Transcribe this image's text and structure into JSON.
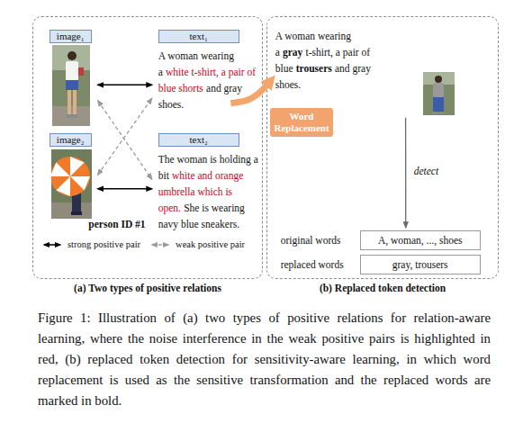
{
  "diagram": {
    "caption": "Figure 1: Illustration of (a) two types of positive relations for relation-aware learning, where the noise interference in the weak positive pairs is highlighted in red, (b) replaced token detection for sensitivity-aware learning, in which word replacement is used as the sensitive transformation and the replaced words are marked in bold.",
    "nodes": [
      {
        "text": [
          "(a) Two types of positive relations"
        ]
      },
      {
        "text": [
          "image₁"
        ],
        "in": 0
      },
      {
        "text": [
          "text₁",
          "A woman wearing a",
          "white t-shirt, a pair of blue shorts",
          "and gray shoes."
        ],
        "in": 0
      },
      {
        "text": [
          "image₂"
        ],
        "in": 0
      },
      {
        "text": [
          "text₂",
          "The woman is holding a bit",
          "white and orange umbrella which is open.",
          "She is wearing navy blue sneakers."
        ],
        "in": 0
      },
      {
        "text": [
          "Word Replacement"
        ]
      },
      {
        "text": [
          "(b) Replaced token detection"
        ]
      },
      {
        "text": [
          "A woman wearing a",
          "gray",
          "t-shirt, a pair of blue",
          "trousers",
          "and gray shoes."
        ],
        "in": 6
      },
      {
        "text": [
          "original words",
          "A, woman, ..., shoes"
        ],
        "in": 6
      },
      {
        "text": [
          "replaced words",
          "gray, trousers"
        ],
        "in": 6
      }
    ],
    "edges": [
      {
        "from": 1,
        "to": 2,
        "arrow": "both"
      },
      {
        "from": 1,
        "to": 4,
        "arrow": "both"
      },
      {
        "from": 3,
        "to": 2,
        "arrow": "both"
      },
      {
        "from": 3,
        "to": 4,
        "arrow": "both"
      },
      {
        "from": 2,
        "to": 7,
        "arrow": "to"
      },
      {
        "from": 7,
        "to": 8,
        "label": "detect",
        "arrow": "to"
      }
    ],
    "labels": [
      "person ID #1"
    ],
    "legend": [
      {
        "text": "strong positive pair"
      },
      {
        "text": "weak positive pair"
      }
    ]
  }
}
